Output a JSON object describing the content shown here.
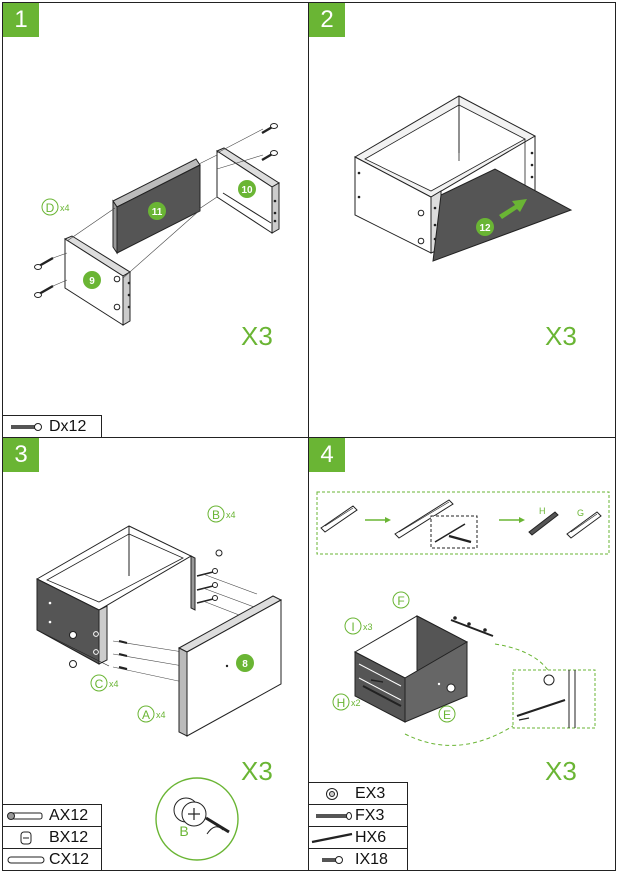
{
  "steps": [
    {
      "number": "1",
      "multiplier": "X3"
    },
    {
      "number": "2",
      "multiplier": "X3"
    },
    {
      "number": "3",
      "multiplier": "X3"
    },
    {
      "number": "4",
      "multiplier": "X3"
    }
  ],
  "step1": {
    "parts": {
      "p9": "9",
      "p10": "10",
      "p11": "11"
    },
    "hardware_callout": {
      "letter": "D",
      "qty": "x4"
    },
    "legend": [
      {
        "icon": "screw-d-icon",
        "label": "Dx12"
      }
    ]
  },
  "step2": {
    "parts": {
      "p12": "12"
    }
  },
  "step3": {
    "parts": {
      "p8": "8"
    },
    "callouts": {
      "B": {
        "letter": "B",
        "qty": "x4"
      },
      "C": {
        "letter": "C",
        "qty": "x4"
      },
      "A": {
        "letter": "A",
        "qty": "x4"
      }
    },
    "detail_label": "B",
    "legend": [
      {
        "icon": "bolt-a-icon",
        "label": "AX12"
      },
      {
        "icon": "cam-lock-b-icon",
        "label": "BX12"
      },
      {
        "icon": "dowel-c-icon",
        "label": "CX12"
      }
    ]
  },
  "step4": {
    "rail_labels": {
      "H": "H",
      "G": "G"
    },
    "callouts": {
      "F": {
        "letter": "F",
        "qty": ""
      },
      "I": {
        "letter": "I",
        "qty": "x3"
      },
      "H": {
        "letter": "H",
        "qty": "x2"
      },
      "E": {
        "letter": "E",
        "qty": ""
      }
    },
    "legend": [
      {
        "icon": "knob-e-icon",
        "label": "EX3"
      },
      {
        "icon": "screw-f-icon",
        "label": "FX3"
      },
      {
        "icon": "rod-h-icon",
        "label": "HX6"
      },
      {
        "icon": "screw-i-icon",
        "label": "IX18"
      }
    ]
  },
  "colors": {
    "accent": "#6ab534",
    "line": "#222222",
    "panel_fill": "#555555"
  }
}
